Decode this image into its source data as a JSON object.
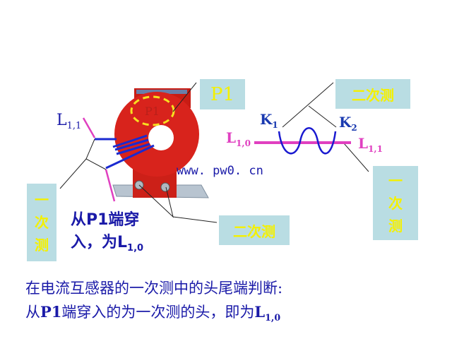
{
  "labels": {
    "p1_box": "P1",
    "secondary_top": "二次测",
    "secondary_bottom": "二次测",
    "primary_left": [
      "一",
      "次",
      "测"
    ],
    "primary_right": [
      "一",
      "次",
      "测"
    ],
    "l11_left": "L",
    "l11_left_sub": "1,1",
    "ct_mark": "P1",
    "watermark": "www. pw0. cn",
    "note_line1": "从P1端穿",
    "note_line2": "入，为L",
    "note_line2_sub": "1,0",
    "k1": "K",
    "k1_sub": "1",
    "k2": "K",
    "k2_sub": "2",
    "l10": "L",
    "l10_sub": "1,0",
    "l11": "L",
    "l11_sub": "1,1"
  },
  "caption": {
    "line1": "在电流互感器的一次测中的头尾端判断:",
    "line2_a": "从",
    "line2_b": "P1",
    "line2_c": "端穿入的为一次测的头，即为",
    "line2_d": "L",
    "line2_sub": "1,0"
  },
  "colors": {
    "box_bg": "#b9dde3",
    "box_text": "#f4f000",
    "blue": "#1a1aa8",
    "magenta": "#e040c0",
    "ct_red": "#d8231c"
  }
}
